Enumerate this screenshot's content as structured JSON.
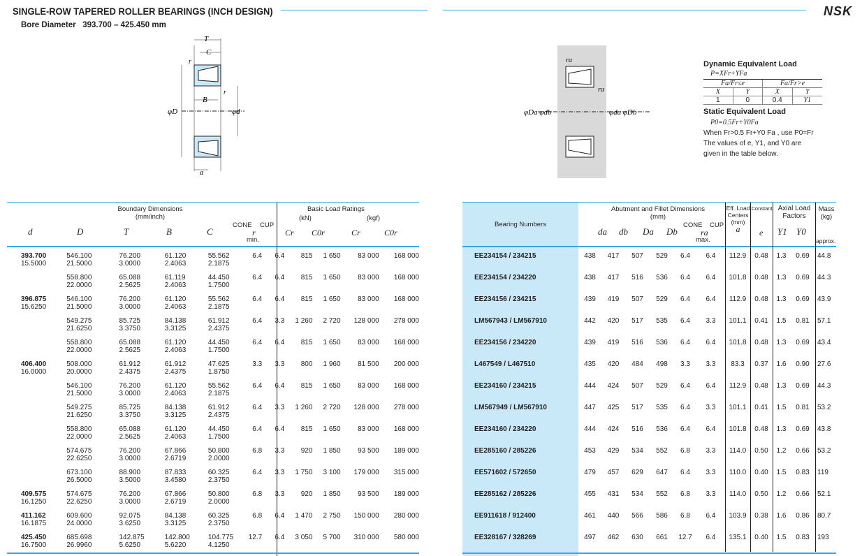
{
  "header": {
    "title": "SINGLE-ROW TAPERED ROLLER BEARINGS (INCH DESIGN)",
    "bore_label": "Bore Diameter",
    "bore_range": "393.700 – 425.450 mm",
    "brand": "NSK"
  },
  "diagram_left": {
    "T": "T",
    "C": "C",
    "r1": "r",
    "r2": "r",
    "B": "B",
    "D": "φD",
    "d": "φd",
    "a": "a"
  },
  "diagram_right": {
    "ra1": "ra",
    "ra2": "ra",
    "left": "φDa φdb",
    "right": "φda φDb"
  },
  "load": {
    "dynamic_title": "Dynamic Equivalent Load",
    "dynamic_formula": "P=XFr+YFa",
    "cond1": "Fa/Fr≤e",
    "cond2": "Fa/Fr>e",
    "X": "X",
    "Y": "Y",
    "x1": "1",
    "y1": "0",
    "x2": "0.4",
    "y2": "Y1",
    "static_title": "Static Equivalent Load",
    "static_formula": "P0=0.5Fr+Y0Fa",
    "note1": "When Fr>0.5 Fr+Y0 Fa , use P0=Fr",
    "note2": "The values of e, Y1, and Y0 are",
    "note3": "given in the table below."
  },
  "left_header": {
    "boundary": "Boundary Dimensions",
    "boundary_unit": "(mm/inch)",
    "d": "d",
    "D": "D",
    "T": "T",
    "B": "B",
    "C": "C",
    "cone": "CONE",
    "cup": "CUP",
    "r": "r",
    "min": "min.",
    "ratings": "Basic Load Ratings",
    "kn": "(kN)",
    "kgf": "(kgf)",
    "cr": "Cr",
    "c0r": "C0r",
    "cr2": "Cr",
    "c0r2": "C0r"
  },
  "right_header": {
    "bearing_numbers": "Bearing Numbers",
    "abutment": "Abutment and Fillet Dimensions",
    "abutment_unit": "(mm)",
    "da": "da",
    "db": "db",
    "Da": "Da",
    "Db": "Db",
    "cone": "CONE",
    "cup": "CUP",
    "ra": "ra",
    "max": "max.",
    "eff": "Eff. Load",
    "centers": "Centers",
    "mm": "(mm)",
    "a": "a",
    "constant": "Constant",
    "e": "e",
    "axial": "Axial Load",
    "factors": "Factors",
    "Y1": "Y1",
    "Y0": "Y0",
    "mass": "Mass",
    "kg": "(kg)",
    "approx": "approx."
  },
  "rows": [
    {
      "d": [
        "393.700",
        "15.5000"
      ],
      "D": [
        "546.100",
        "21.5000"
      ],
      "T": [
        "76.200",
        "3.0000"
      ],
      "B": [
        "61.120",
        "2.4063"
      ],
      "C": [
        "55.562",
        "2.1875"
      ],
      "cone": "6.4",
      "cup": "6.4",
      "cr": "815",
      "c0r": "1 650",
      "crk": "83 000",
      "c0rk": "168 000",
      "no": "EE234154 / 234215",
      "da": "438",
      "db": "417",
      "Da": "507",
      "Db": "529",
      "rcone": "6.4",
      "rcup": "6.4",
      "a": "112.9",
      "e": "0.48",
      "y1": "1.3",
      "y0": "0.69",
      "mass": "44.8"
    },
    {
      "d": [
        "",
        ""
      ],
      "D": [
        "558.800",
        "22.0000"
      ],
      "T": [
        "65.088",
        "2.5625"
      ],
      "B": [
        "61.119",
        "2.4063"
      ],
      "C": [
        "44.450",
        "1.7500"
      ],
      "cone": "6.4",
      "cup": "6.4",
      "cr": "815",
      "c0r": "1 650",
      "crk": "83 000",
      "c0rk": "168 000",
      "no": "EE234154 / 234220",
      "da": "438",
      "db": "417",
      "Da": "516",
      "Db": "536",
      "rcone": "6.4",
      "rcup": "6.4",
      "a": "101.8",
      "e": "0.48",
      "y1": "1.3",
      "y0": "0.69",
      "mass": "44.3"
    },
    {
      "d": [
        "396.875",
        "15.6250"
      ],
      "D": [
        "546.100",
        "21.5000"
      ],
      "T": [
        "76.200",
        "3.0000"
      ],
      "B": [
        "61.120",
        "2.4063"
      ],
      "C": [
        "55.562",
        "2.1875"
      ],
      "cone": "6.4",
      "cup": "6.4",
      "cr": "815",
      "c0r": "1 650",
      "crk": "83 000",
      "c0rk": "168 000",
      "no": "EE234156 / 234215",
      "da": "439",
      "db": "419",
      "Da": "507",
      "Db": "529",
      "rcone": "6.4",
      "rcup": "6.4",
      "a": "112.9",
      "e": "0.48",
      "y1": "1.3",
      "y0": "0.69",
      "mass": "43.9"
    },
    {
      "d": [
        "",
        ""
      ],
      "D": [
        "549.275",
        "21.6250"
      ],
      "T": [
        "85.725",
        "3.3750"
      ],
      "B": [
        "84.138",
        "3.3125"
      ],
      "C": [
        "61.912",
        "2.4375"
      ],
      "cone": "6.4",
      "cup": "3.3",
      "cr": "1 260",
      "c0r": "2 720",
      "crk": "128 000",
      "c0rk": "278 000",
      "no": "LM567943 / LM567910",
      "da": "442",
      "db": "420",
      "Da": "517",
      "Db": "535",
      "rcone": "6.4",
      "rcup": "3.3",
      "a": "101.1",
      "e": "0.41",
      "y1": "1.5",
      "y0": "0.81",
      "mass": "57.1"
    },
    {
      "d": [
        "",
        ""
      ],
      "D": [
        "558.800",
        "22.0000"
      ],
      "T": [
        "65.088",
        "2.5625"
      ],
      "B": [
        "61.120",
        "2.4063"
      ],
      "C": [
        "44.450",
        "1.7500"
      ],
      "cone": "6.4",
      "cup": "6.4",
      "cr": "815",
      "c0r": "1 650",
      "crk": "83 000",
      "c0rk": "168 000",
      "no": "EE234156 / 234220",
      "da": "439",
      "db": "419",
      "Da": "516",
      "Db": "536",
      "rcone": "6.4",
      "rcup": "6.4",
      "a": "101.8",
      "e": "0.48",
      "y1": "1.3",
      "y0": "0.69",
      "mass": "43.4"
    },
    {
      "d": [
        "406.400",
        "16.0000"
      ],
      "D": [
        "508.000",
        "20.0000"
      ],
      "T": [
        "61.912",
        "2.4375"
      ],
      "B": [
        "61.912",
        "2.4375"
      ],
      "C": [
        "47.625",
        "1.8750"
      ],
      "cone": "3.3",
      "cup": "3.3",
      "cr": "800",
      "c0r": "1 960",
      "crk": "81 500",
      "c0rk": "200 000",
      "no": "L467549 / L467510",
      "da": "435",
      "db": "420",
      "Da": "484",
      "Db": "498",
      "rcone": "3.3",
      "rcup": "3.3",
      "a": "83.3",
      "e": "0.37",
      "y1": "1.6",
      "y0": "0.90",
      "mass": "27.6"
    },
    {
      "d": [
        "",
        ""
      ],
      "D": [
        "546.100",
        "21.5000"
      ],
      "T": [
        "76.200",
        "3.0000"
      ],
      "B": [
        "61.120",
        "2.4063"
      ],
      "C": [
        "55.562",
        "2.1875"
      ],
      "cone": "6.4",
      "cup": "6.4",
      "cr": "815",
      "c0r": "1 650",
      "crk": "83 000",
      "c0rk": "168 000",
      "no": "EE234160 / 234215",
      "da": "444",
      "db": "424",
      "Da": "507",
      "Db": "529",
      "rcone": "6.4",
      "rcup": "6.4",
      "a": "112.9",
      "e": "0.48",
      "y1": "1.3",
      "y0": "0.69",
      "mass": "44.3"
    },
    {
      "d": [
        "",
        ""
      ],
      "D": [
        "549.275",
        "21.6250"
      ],
      "T": [
        "85.725",
        "3.3750"
      ],
      "B": [
        "84.138",
        "3.3125"
      ],
      "C": [
        "61.912",
        "2.4375"
      ],
      "cone": "6.4",
      "cup": "3.3",
      "cr": "1 260",
      "c0r": "2 720",
      "crk": "128 000",
      "c0rk": "278 000",
      "no": "LM567949 / LM567910",
      "da": "447",
      "db": "425",
      "Da": "517",
      "Db": "535",
      "rcone": "6.4",
      "rcup": "3.3",
      "a": "101.1",
      "e": "0.41",
      "y1": "1.5",
      "y0": "0.81",
      "mass": "53.2"
    },
    {
      "d": [
        "",
        ""
      ],
      "D": [
        "558.800",
        "22.0000"
      ],
      "T": [
        "65.088",
        "2.5625"
      ],
      "B": [
        "61.120",
        "2.4063"
      ],
      "C": [
        "44.450",
        "1.7500"
      ],
      "cone": "6.4",
      "cup": "6.4",
      "cr": "815",
      "c0r": "1 650",
      "crk": "83 000",
      "c0rk": "168 000",
      "no": "EE234160 / 234220",
      "da": "444",
      "db": "424",
      "Da": "516",
      "Db": "536",
      "rcone": "6.4",
      "rcup": "6.4",
      "a": "101.8",
      "e": "0.48",
      "y1": "1.3",
      "y0": "0.69",
      "mass": "43.8"
    },
    {
      "d": [
        "",
        ""
      ],
      "D": [
        "574.675",
        "22.6250"
      ],
      "T": [
        "76.200",
        "3.0000"
      ],
      "B": [
        "67.866",
        "2.6719"
      ],
      "C": [
        "50.800",
        "2.0000"
      ],
      "cone": "6.8",
      "cup": "3.3",
      "cr": "920",
      "c0r": "1 850",
      "crk": "93 500",
      "c0rk": "189 000",
      "no": "EE285160 / 285226",
      "da": "453",
      "db": "429",
      "Da": "534",
      "Db": "552",
      "rcone": "6.8",
      "rcup": "3.3",
      "a": "114.0",
      "e": "0.50",
      "y1": "1.2",
      "y0": "0.66",
      "mass": "53.2"
    },
    {
      "d": [
        "",
        ""
      ],
      "D": [
        "673.100",
        "26.5000"
      ],
      "T": [
        "88.900",
        "3.5000"
      ],
      "B": [
        "87.833",
        "3.4580"
      ],
      "C": [
        "60.325",
        "2.3750"
      ],
      "cone": "6.4",
      "cup": "3.3",
      "cr": "1 750",
      "c0r": "3 100",
      "crk": "179 000",
      "c0rk": "315 000",
      "no": "EE571602 / 572650",
      "da": "479",
      "db": "457",
      "Da": "629",
      "Db": "647",
      "rcone": "6.4",
      "rcup": "3.3",
      "a": "110.0",
      "e": "0.40",
      "y1": "1.5",
      "y0": "0.83",
      "mass": "119"
    },
    {
      "d": [
        "409.575",
        "16.1250"
      ],
      "D": [
        "574.675",
        "22.6250"
      ],
      "T": [
        "76.200",
        "3.0000"
      ],
      "B": [
        "67.866",
        "2.6719"
      ],
      "C": [
        "50.800",
        "2.0000"
      ],
      "cone": "6.8",
      "cup": "3.3",
      "cr": "920",
      "c0r": "1 850",
      "crk": "93 500",
      "c0rk": "189 000",
      "no": "EE285162 / 285226",
      "da": "455",
      "db": "431",
      "Da": "534",
      "Db": "552",
      "rcone": "6.8",
      "rcup": "3.3",
      "a": "114.0",
      "e": "0.50",
      "y1": "1.2",
      "y0": "0.66",
      "mass": "52.1"
    },
    {
      "d": [
        "411.162",
        "16.1875"
      ],
      "D": [
        "609.600",
        "24.0000"
      ],
      "T": [
        "92.075",
        "3.6250"
      ],
      "B": [
        "84.138",
        "3.3125"
      ],
      "C": [
        "60.325",
        "2.3750"
      ],
      "cone": "6.8",
      "cup": "6.4",
      "cr": "1 470",
      "c0r": "2 750",
      "crk": "150 000",
      "c0rk": "280 000",
      "no": "EE911618 / 912400",
      "da": "461",
      "db": "440",
      "Da": "566",
      "Db": "586",
      "rcone": "6.8",
      "rcup": "6.4",
      "a": "103.9",
      "e": "0.38",
      "y1": "1.6",
      "y0": "0.86",
      "mass": "80.7"
    },
    {
      "d": [
        "425.450",
        "16.7500"
      ],
      "D": [
        "685.698",
        "26.9960"
      ],
      "T": [
        "142.875",
        "5.6250"
      ],
      "B": [
        "142.800",
        "5.6220"
      ],
      "C": [
        "104.775",
        "4.1250"
      ],
      "cone": "12.7",
      "cup": "6.4",
      "cr": "3 050",
      "c0r": "5 700",
      "crk": "310 000",
      "c0rk": "580 000",
      "no": "EE328167 / 328269",
      "da": "497",
      "db": "462",
      "Da": "630",
      "Db": "661",
      "rcone": "12.7",
      "rcup": "6.4",
      "a": "135.1",
      "e": "0.40",
      "y1": "1.5",
      "y0": "0.83",
      "mass": "193"
    }
  ]
}
